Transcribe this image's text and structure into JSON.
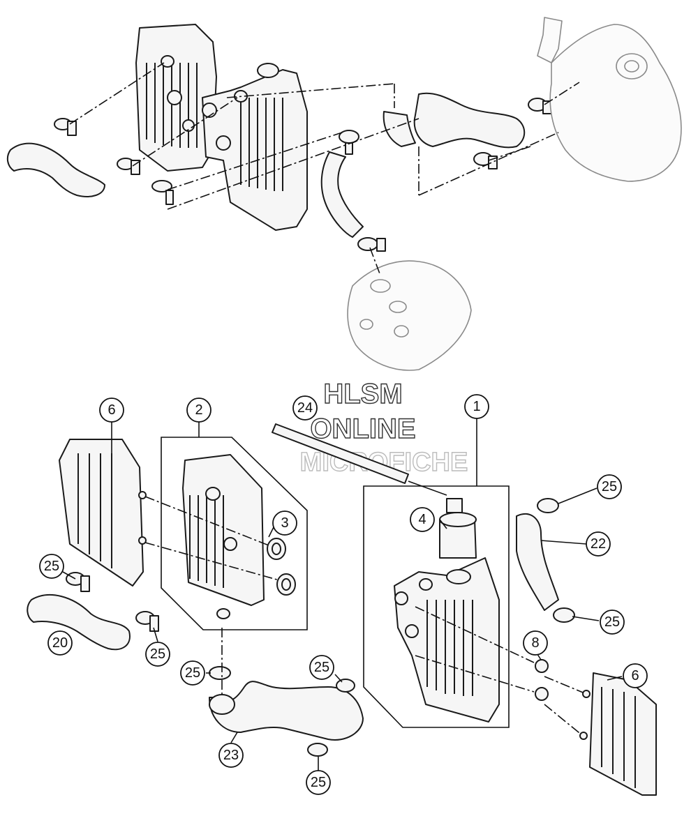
{
  "watermark": {
    "line1": "HLSM",
    "line2": "ONLINE",
    "line3": "MICROFICHE"
  },
  "callouts": [
    {
      "id": "c6a",
      "label": "6"
    },
    {
      "id": "c2",
      "label": "2"
    },
    {
      "id": "c24",
      "label": "24"
    },
    {
      "id": "c1",
      "label": "1"
    },
    {
      "id": "c25a",
      "label": "25"
    },
    {
      "id": "c3",
      "label": "3"
    },
    {
      "id": "c4",
      "label": "4"
    },
    {
      "id": "c22",
      "label": "22"
    },
    {
      "id": "c25b",
      "label": "25"
    },
    {
      "id": "c20",
      "label": "20"
    },
    {
      "id": "c25c",
      "label": "25"
    },
    {
      "id": "c25d",
      "label": "25"
    },
    {
      "id": "c8",
      "label": "8"
    },
    {
      "id": "c25e",
      "label": "25"
    },
    {
      "id": "c6b",
      "label": "6"
    },
    {
      "id": "c25f",
      "label": "25"
    },
    {
      "id": "c23",
      "label": "23"
    },
    {
      "id": "c25g",
      "label": "25"
    }
  ]
}
